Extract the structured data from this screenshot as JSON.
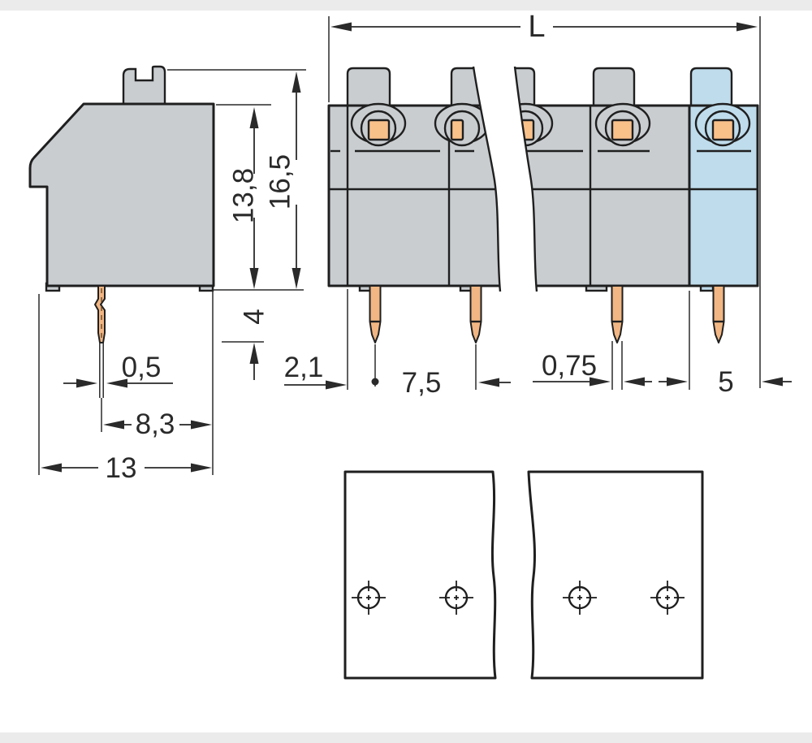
{
  "drawing": {
    "type": "technical-dimension-drawing",
    "subject": "PCB terminal block with push-buttons, side view, front view and drilling plan",
    "colors": {
      "housing_gray": "#c9cdd0",
      "end_pole_blue": "#bfdcec",
      "solder_pin_tan": "#f1b683",
      "push_button_orange": "#f9c18a",
      "outline": "#1f1f1f",
      "dimension": "#2a2a2a"
    }
  },
  "dimensions": {
    "total_length": "L",
    "edge_offset": "2,1",
    "pin_pitch": "7,5",
    "pin_width": "0,75",
    "end_section": "5",
    "pin_thickness": "0,5",
    "pin_to_back": "8,3",
    "housing_depth": "13",
    "pin_length": "4",
    "body_height": "13,8",
    "total_height": "16,5"
  },
  "drilling_plan": {
    "hole_count": 4
  }
}
